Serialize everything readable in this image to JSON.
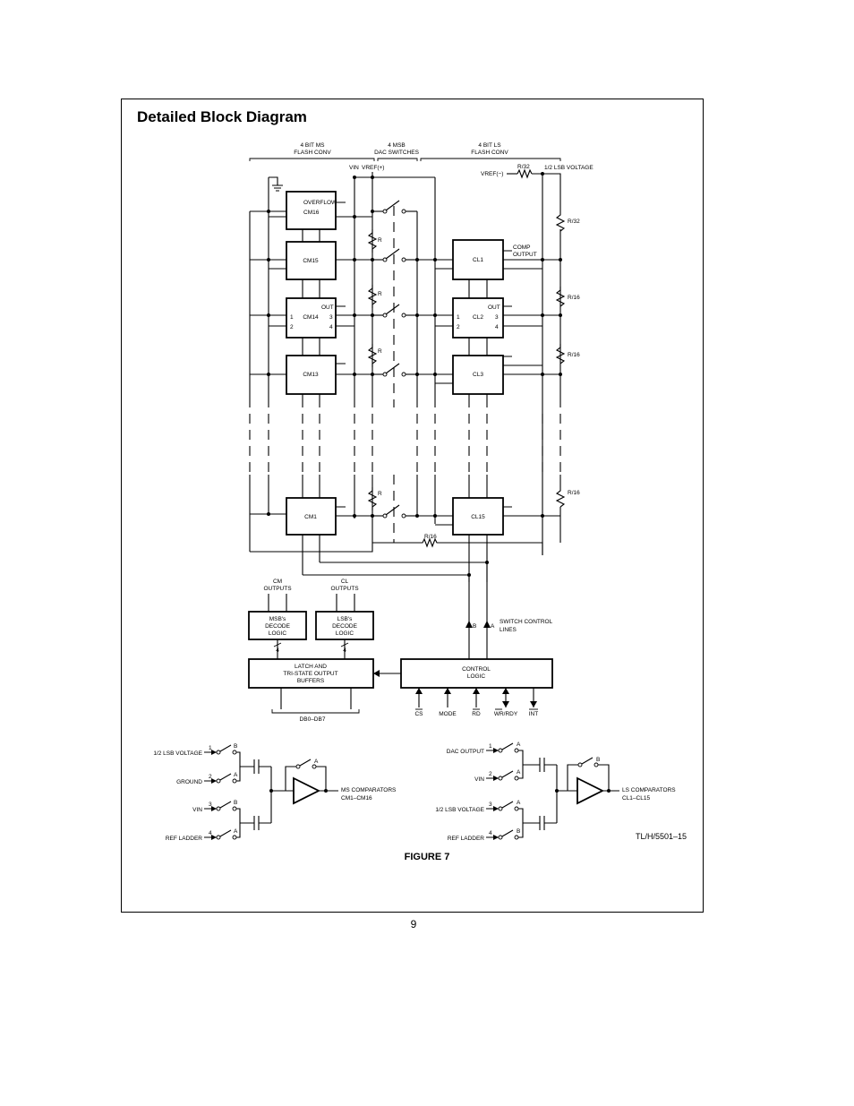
{
  "page": {
    "title": "Detailed Block Diagram",
    "caption": "FIGURE 7",
    "figure_ref": "TL/H/5501–15",
    "page_number": "9"
  },
  "headers": {
    "ms_flash_1": "4 BIT MS",
    "ms_flash_2": "FLASH CONV",
    "msb_switch_1": "4 MSB",
    "msb_switch_2": "DAC SWITCHES",
    "ls_flash_1": "4 BIT LS",
    "ls_flash_2": "FLASH CONV"
  },
  "signals": {
    "vin": "VIN",
    "vref_plus": "VREF(+)",
    "vref_minus": "VREF(−)",
    "r32_top": "R/32",
    "half_lsb_voltage": "1/2 LSB VOLTAGE",
    "r32_side": "R/32",
    "r16_a": "R/16",
    "r16_b": "R/16",
    "r16_c": "R/16",
    "r16_bottom": "R/16",
    "comp_output_1": "COMP",
    "comp_output_2": "OUTPUT",
    "resistor_r": "R"
  },
  "blocks": {
    "overflow": "OVERFLOW",
    "cm16": "CM16",
    "cm15": "CM15",
    "cm14": "CM14",
    "cm13": "CM13",
    "cm1": "CM1",
    "cl1": "CL1",
    "cl2": "CL2",
    "cl3": "CL3",
    "cl15": "CL15",
    "out": "OUT",
    "pin1": "1",
    "pin2": "2",
    "pin3": "3",
    "pin4": "4"
  },
  "logic": {
    "cm_outputs_1": "CM",
    "cm_outputs_2": "OUTPUTS",
    "cl_outputs_1": "CL",
    "cl_outputs_2": "OUTPUTS",
    "msb_decode_1": "MSB's",
    "msb_decode_2": "DECODE",
    "msb_decode_3": "LOGIC",
    "lsb_decode_1": "LSB's",
    "lsb_decode_2": "DECODE",
    "lsb_decode_3": "LOGIC",
    "bus_width": "4",
    "latch_1": "LATCH AND",
    "latch_2": "TRI-STATE OUTPUT",
    "latch_3": "BUFFERS",
    "control_1": "CONTROL",
    "control_2": "LOGIC",
    "db_bus": "DB0–DB7",
    "line_b": "B",
    "line_a": "A",
    "switch_control_1": "SWITCH CONTROL",
    "switch_control_2": "LINES",
    "cs": "CS",
    "mode": "MODE",
    "rd": "RD",
    "wr_rdy": "WR/RDY",
    "int": "INT"
  },
  "ms_comparator": {
    "in1": "1/2 LSB VOLTAGE",
    "in2": "GROUND",
    "in3": "VIN",
    "in4": "REF LADDER",
    "n1": "1",
    "n2": "2",
    "n3": "3",
    "n4": "4",
    "s1": "B",
    "s2": "A",
    "s3": "B",
    "s4": "A",
    "fb": "A",
    "out_1": "MS COMPARATORS",
    "out_2": "CM1–CM16"
  },
  "ls_comparator": {
    "in1": "DAC OUTPUT",
    "in2": "VIN",
    "in3": "1/2 LSB VOLTAGE",
    "in4": "REF LADDER",
    "n1": "1",
    "n2": "2",
    "n3": "3",
    "n4": "4",
    "s1": "A",
    "s2": "A",
    "s3": "A",
    "s4": "B",
    "fb": "B",
    "out_1": "LS COMPARATORS",
    "out_2": "CL1–CL15"
  }
}
